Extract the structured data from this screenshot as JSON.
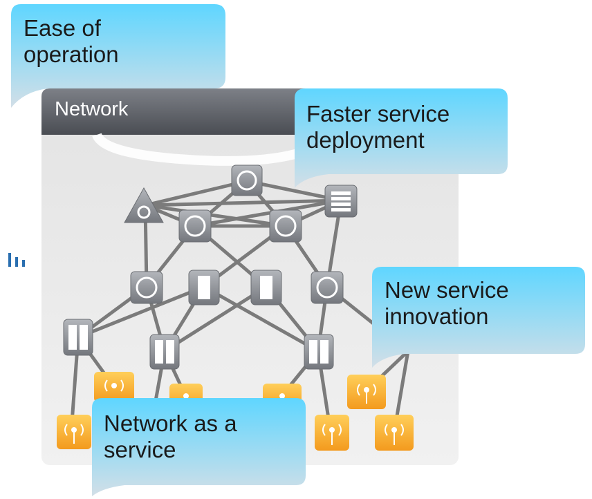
{
  "panel": {
    "title": "Network"
  },
  "callouts": {
    "ease": [
      "Ease of",
      "operation"
    ],
    "faster": [
      "Faster service",
      "deployment"
    ],
    "innovation": [
      "New service",
      "innovation"
    ],
    "naas": [
      "Network as a",
      "service"
    ]
  },
  "colors": {
    "callout_top": "#5fd6ff",
    "callout_bottom": "#d3dfe7",
    "panel_header": "#5c5f66",
    "panel_body": "#eeeeee",
    "device": "#8e9197",
    "wireless": "#f5a623",
    "link": "#7b7b7b",
    "accent": "#2a6fb0"
  },
  "icons": {
    "router": "router-icon",
    "switch": "switch-icon",
    "server": "server-icon",
    "wireless_ap": "wireless-ap-icon",
    "firewall": "firewall-icon",
    "storage": "storage-icon",
    "bars": "signal-bars-icon"
  }
}
